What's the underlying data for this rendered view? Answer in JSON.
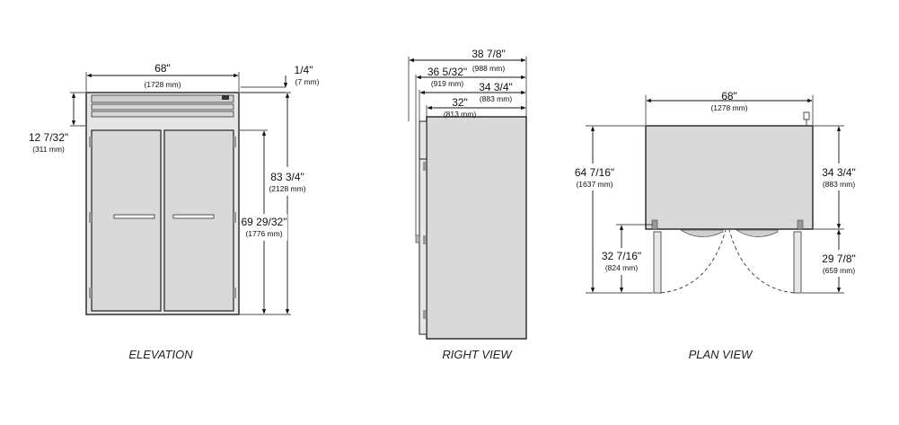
{
  "views": {
    "elevation": {
      "title": "ELEVATION",
      "width": {
        "inch": "68\"",
        "mm": "(1728 mm)"
      },
      "top_gap": {
        "inch": "1/4\"",
        "mm": "(7 mm)"
      },
      "top_offset": {
        "inch": "12 7/32\"",
        "mm": "(311 mm)"
      },
      "total_height": {
        "inch": "83 3/4\"",
        "mm": "(2128 mm)"
      },
      "door_height": {
        "inch": "69 29/32\"",
        "mm": "(1776 mm)"
      }
    },
    "right": {
      "title": "RIGHT VIEW",
      "depth_total": {
        "inch": "38 7/8\"",
        "mm": "(988 mm)"
      },
      "depth_handle": {
        "inch": "36 5/32\"",
        "mm": "(919 mm)"
      },
      "depth_door": {
        "inch": "34 3/4\"",
        "mm": "(883 mm)"
      },
      "depth_body": {
        "inch": "32\"",
        "mm": "(813 mm)"
      }
    },
    "plan": {
      "title": "PLAN VIEW",
      "width": {
        "inch": "68\"",
        "mm": "(1278 mm)"
      },
      "total_depth": {
        "inch": "64 7/16\"",
        "mm": "(1637 mm)"
      },
      "cabinet_depth": {
        "inch": "34 3/4\"",
        "mm": "(883 mm)"
      },
      "door_swing_left": {
        "inch": "32 7/16\"",
        "mm": "(824 mm)"
      },
      "door_swing_right": {
        "inch": "29 7/8\"",
        "mm": "(659 mm)"
      }
    }
  }
}
